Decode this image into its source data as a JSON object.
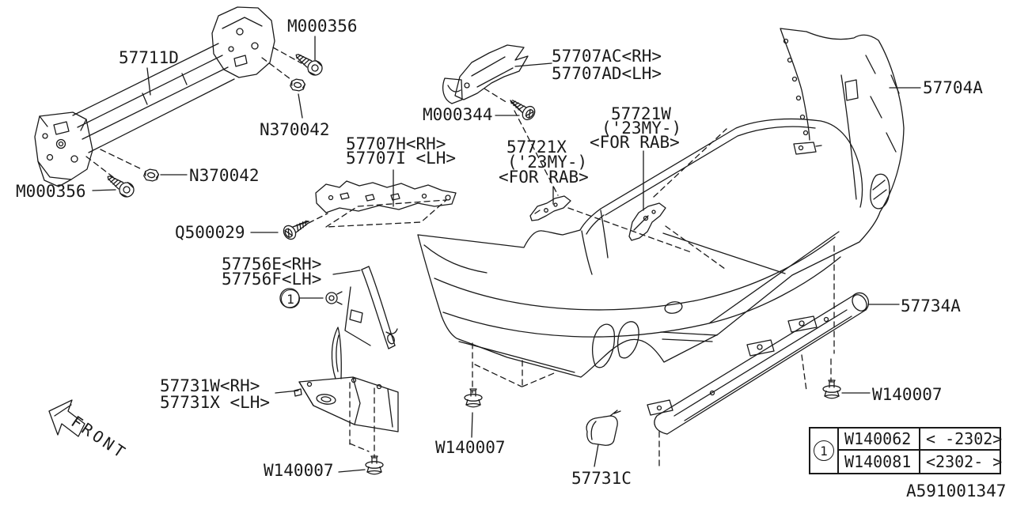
{
  "diagram": {
    "id": "A591001347",
    "front_label": "FRONT",
    "callout_1": "1",
    "labels": {
      "m000356_top": "M000356",
      "p57711d": "57711D",
      "n370042_top": "N370042",
      "m000344": "M000344",
      "p57707ac": "57707AC<RH>",
      "p57707ad": "57707AD<LH>",
      "p57707h": "57707H<RH>",
      "p57707i": "57707I <LH>",
      "p57721x_1": "57721X",
      "p57721x_2": "('23MY-)",
      "p57721x_3": "<FOR RAB>",
      "p57721w_1": "57721W",
      "p57721w_2": "('23MY-)",
      "p57721w_3": "<FOR RAB>",
      "p57704a": "57704A",
      "m000356_bottom": "M000356",
      "n370042_left": "N370042",
      "q500029": "Q500029",
      "p57756e": "57756E<RH>",
      "p57756f": "57756F<LH>",
      "p57734a": "57734A",
      "p57731w": "57731W<RH>",
      "p57731x": "57731X <LH>",
      "w140007_left": "W140007",
      "w140007_mid": "W140007",
      "w140007_right": "W140007",
      "p57731c": "57731C"
    },
    "table": {
      "ref": "1",
      "rows": [
        {
          "part": "W140062",
          "range": "< -2302>"
        },
        {
          "part": "W140081",
          "range": "<2302- >"
        }
      ]
    }
  }
}
